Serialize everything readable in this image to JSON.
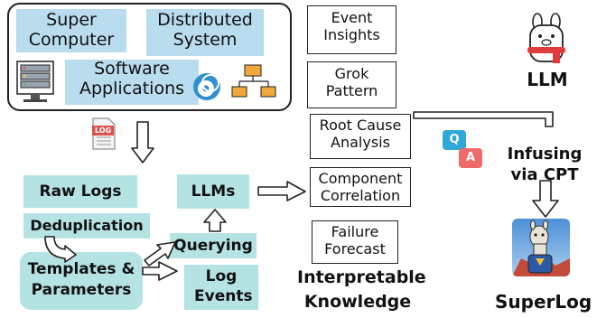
{
  "sources": {
    "super_computer": "Super Computer",
    "distributed_system": "Distributed System",
    "software_applications": "Software Applications"
  },
  "pipeline": {
    "raw_logs": "Raw Logs",
    "deduplication": "Deduplication",
    "templates_parameters": "Templates & Parameters",
    "querying": "Querying",
    "log_events": "Log Events",
    "llms": "LLMs"
  },
  "knowledge": {
    "event_insights": "Event Insights",
    "grok_pattern": "Grok Pattern",
    "root_cause": "Root Cause Analysis",
    "component_correlation": "Component Correlation",
    "failure_forecast": "Failure Forecast",
    "title": "Interpretable Knowledge"
  },
  "model": {
    "llm": "LLM",
    "infusing": "Infusing via CPT",
    "superlog": "SuperLog"
  },
  "icons": {
    "log_file": "LOG",
    "q": "Q",
    "a": "A"
  },
  "colors": {
    "blue_label": "#b9dcee",
    "teal_label": "#b5e3e4",
    "log_badge": "#d9534f"
  }
}
